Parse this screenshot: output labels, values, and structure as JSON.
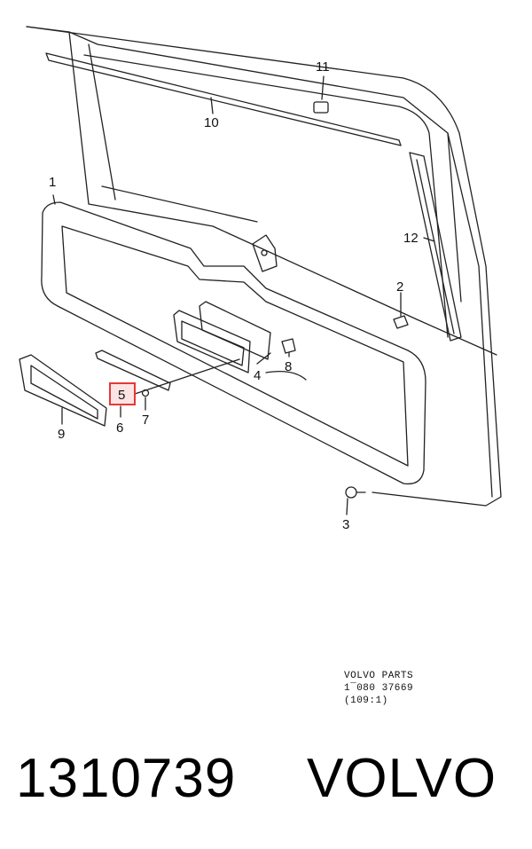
{
  "callouts": {
    "c1": "1",
    "c2": "2",
    "c3": "3",
    "c4": "4",
    "c5": "5",
    "c6": "6",
    "c7": "7",
    "c8": "8",
    "c9": "9",
    "c10": "10",
    "c11": "11",
    "c12": "12"
  },
  "highlight_color": "#e53935",
  "footer": {
    "line1": "VOLVO PARTS",
    "line2": "1¯080 37669",
    "line3": "(109:1)"
  },
  "banner": {
    "part_number": "1310739",
    "brand": "VOLVO"
  }
}
